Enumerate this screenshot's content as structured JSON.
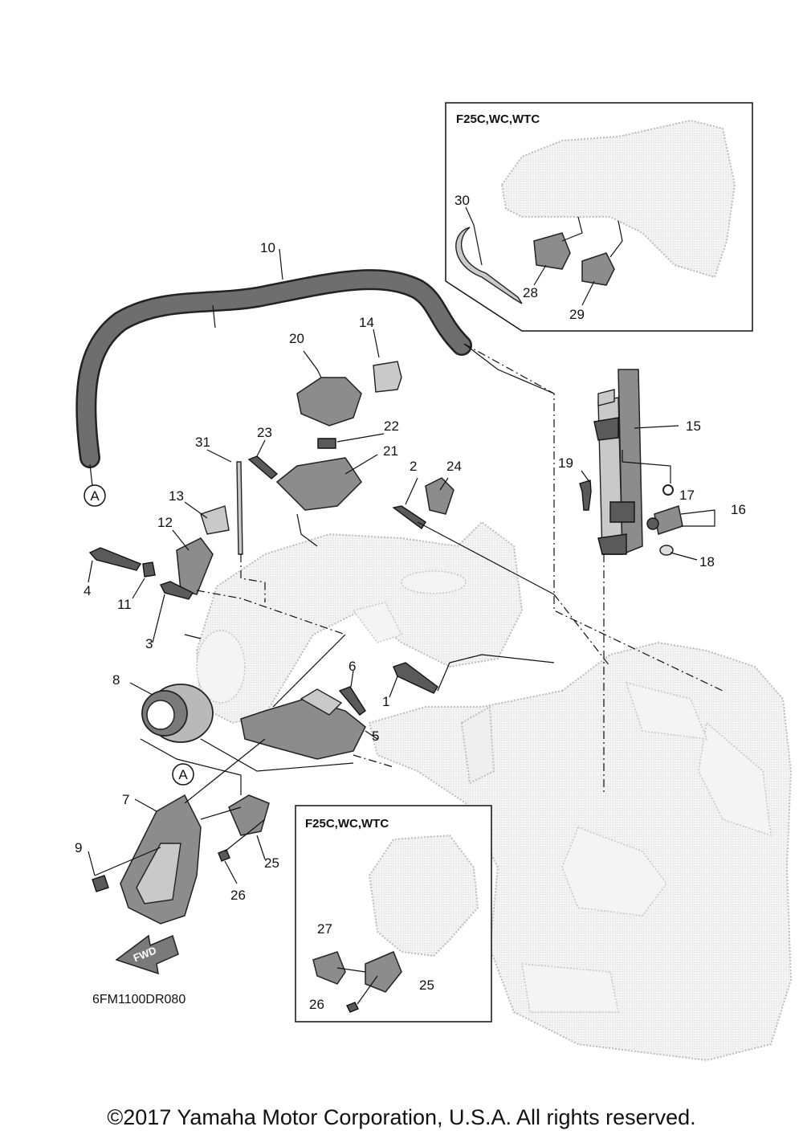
{
  "callouts": {
    "c1": "1",
    "c2": "2",
    "c3": "3",
    "c4": "4",
    "c5": "5",
    "c6": "6",
    "c7": "7",
    "c8": "8",
    "c9": "9",
    "c10": "10",
    "c11": "11",
    "c12": "12",
    "c13": "13",
    "c14": "14",
    "c15": "15",
    "c16": "16",
    "c17": "17",
    "c18": "18",
    "c19": "19",
    "c20": "20",
    "c21": "21",
    "c22": "22",
    "c23": "23",
    "c24": "24",
    "c25a": "25",
    "c25b": "25",
    "c26a": "26",
    "c26b": "26",
    "c27": "27",
    "c28": "28",
    "c29": "29",
    "c30": "30",
    "c31": "31"
  },
  "markers": {
    "a_top": "A",
    "a_bottom": "A"
  },
  "inset_top_title": "F25C,WC,WTC",
  "inset_bottom_title": "F25C,WC,WTC",
  "fwd_label": "FWD",
  "drawing_code": "6FM1100DR080",
  "copyright": "©2017 Yamaha Motor Corporation, U.S.A. All rights reserved."
}
